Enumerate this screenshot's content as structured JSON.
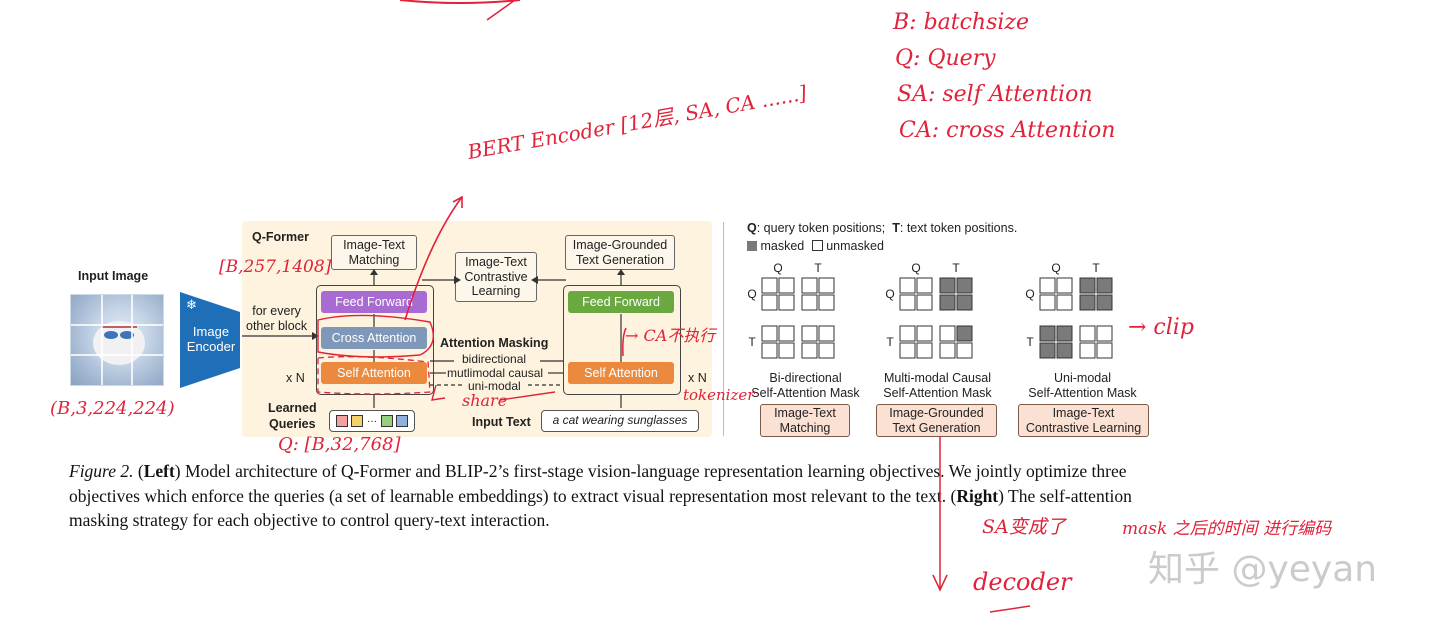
{
  "figure": {
    "input_image_label": "Input Image",
    "image_encoder_label": "Image\nEncoder",
    "qformer_label": "Q-Former",
    "itm_top": "Image-Text\nMatching",
    "itc": "Image-Text\nContrastive\nLearning",
    "itg_top": "Image-Grounded\nText Generation",
    "for_every": "for every\nother block",
    "feed_forward": "Feed Forward",
    "cross_attention": "Cross Attention",
    "self_attention": "Self Attention",
    "xn": "x N",
    "attention_masking": "Attention Masking",
    "bidirectional": "bidirectional",
    "mutlimodal_causal": "mutlimodal causal",
    "uni_modal": "uni-modal",
    "learned_queries": "Learned\nQueries",
    "input_text": "Input Text",
    "input_text_value": "a cat wearing sunglasses",
    "legend_line1_q": "Q",
    "legend_line1_rest": ": query token positions;",
    "legend_line1_t": "T",
    "legend_line1_rest2": ": text token positions.",
    "legend_masked": "masked",
    "legend_unmasked": "unmasked",
    "mask_q": "Q",
    "mask_t": "T",
    "mask_titles": [
      "Bi-directional\nSelf-Attention Mask",
      "Multi-modal Causal\nSelf-Attention Mask",
      "Uni-modal\nSelf-Attention Mask"
    ],
    "mask_objectives": [
      "Image-Text\nMatching",
      "Image-Grounded\nText Generation",
      "Image-Text\nContrastive Learning"
    ]
  },
  "caption": {
    "figure_label": "Figure 2.",
    "left_bold": "Left",
    "text1": " Model architecture of Q-Former and BLIP-2’s first-stage vision-language representation learning objectives. We jointly optimize three objectives which enforce the queries (a set of learnable embeddings) to extract visual representation most relevant to the text. (",
    "right_bold": "Right",
    "text2": ") The self-attention masking strategy for each objective to control query-text interaction."
  },
  "annotations": {
    "b_def": "B: batchsize",
    "q_def": "Q: Query",
    "sa_def": "SA: self Attention",
    "ca_def": "CA: cross Attention",
    "bert": "BERT Encoder [12层, SA, CA ......]",
    "shape_top": "[B,257,1408]",
    "shape_img": "(B,3,224,224)",
    "shape_q": "Q: [B,32,768]",
    "ca_note": "→ CA不执行",
    "share": "share",
    "tokenizer": "tokenizer",
    "clip": "→ clip",
    "sa_change": "SA变成了",
    "decoder": "decoder",
    "mask_note": "mask 之后的时间 进行编码"
  },
  "watermark": "知乎 @yeyan",
  "colors": {
    "feed_forward_left": "#a86bd1",
    "feed_forward_right": "#69a940",
    "cross_attention": "#7f97b8",
    "self_attention": "#eb8a3f",
    "encoder": "#1f6fb8",
    "panel": "#fdf3de",
    "annotation_red": "#e0223a",
    "mask_filled": "#7a7a7a"
  },
  "mask_patterns": [
    [
      [
        0,
        0,
        0,
        0
      ],
      [
        0,
        0,
        0,
        0
      ],
      [
        0,
        0,
        0,
        0
      ],
      [
        0,
        0,
        0,
        0
      ]
    ],
    [
      [
        0,
        0,
        1,
        1
      ],
      [
        0,
        0,
        1,
        1
      ],
      [
        0,
        0,
        0,
        1
      ],
      [
        0,
        0,
        0,
        0
      ]
    ],
    [
      [
        0,
        0,
        1,
        1
      ],
      [
        0,
        0,
        1,
        1
      ],
      [
        1,
        1,
        0,
        0
      ],
      [
        1,
        1,
        0,
        0
      ]
    ]
  ]
}
